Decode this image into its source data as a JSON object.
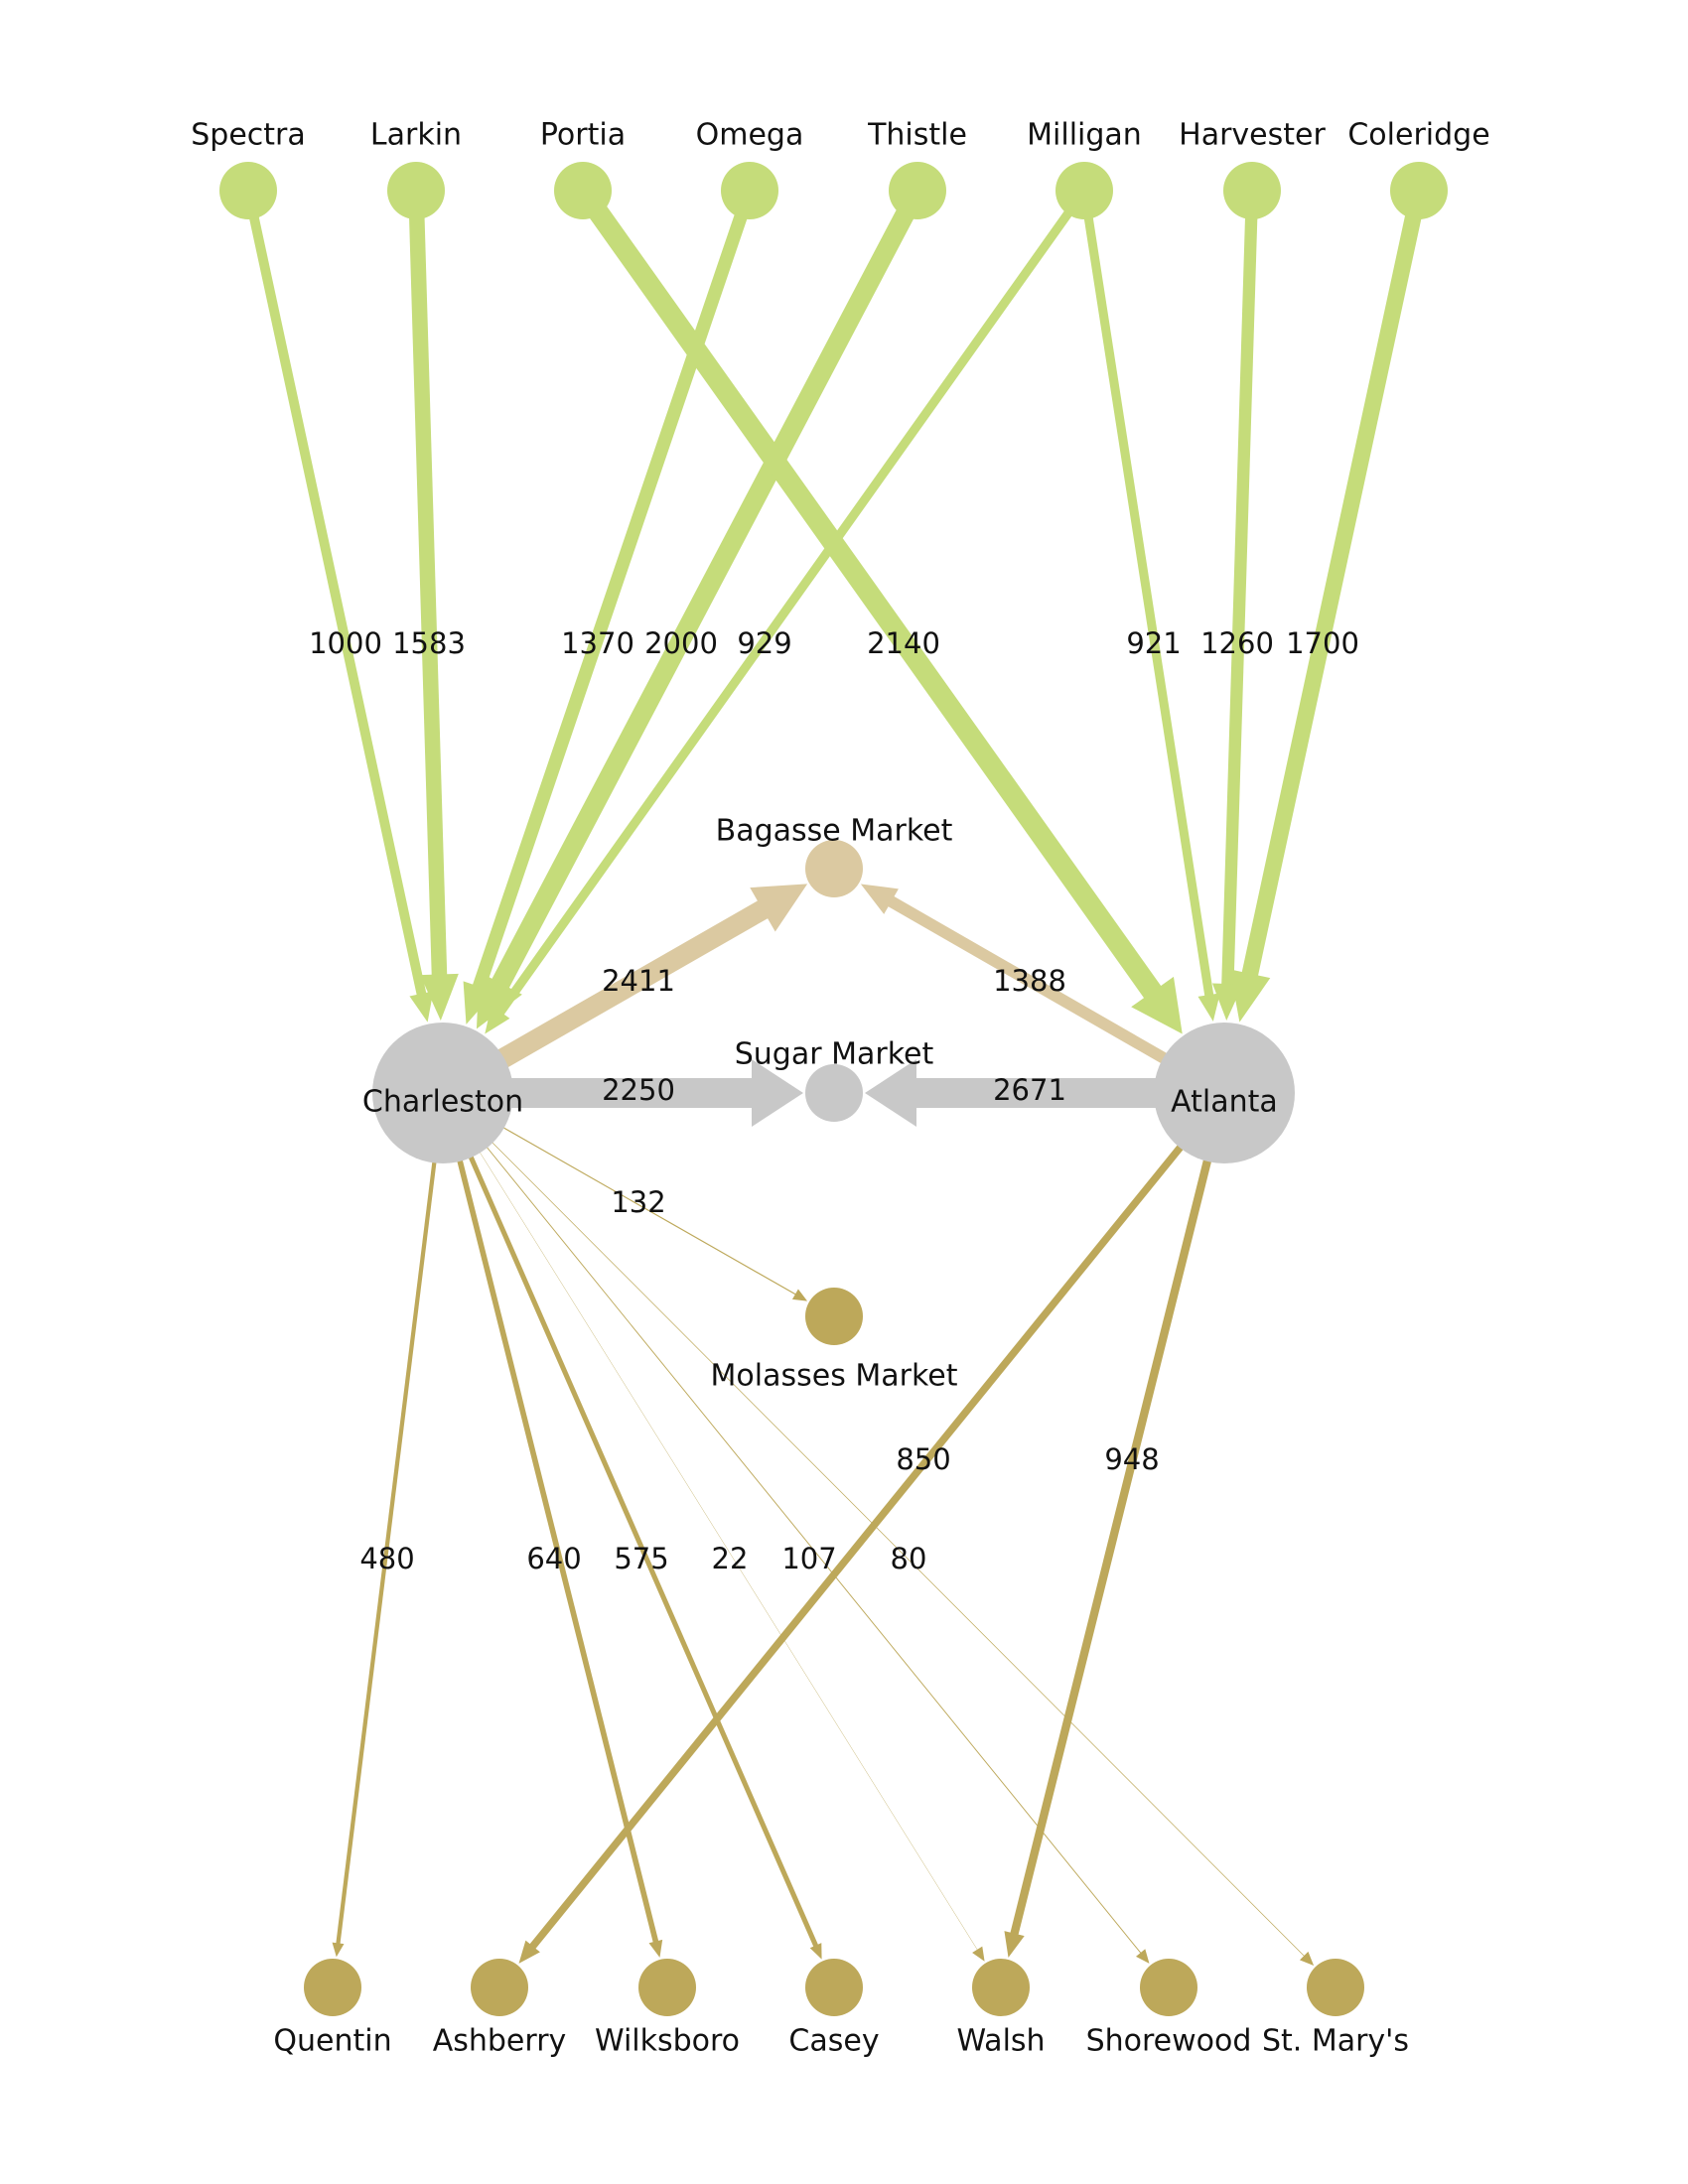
{
  "colors": {
    "supplier": "#c5dc7a",
    "hub": "#c8c8c8",
    "bagasse": "#dbc9a1",
    "sugar": "#c8c8c8",
    "molasses_node": "#bda85a",
    "retailer": "#bda85a",
    "retail_edge": "#bda85a"
  },
  "nodes": [
    {
      "id": "spectra",
      "label": "Spectra",
      "group": "supplier"
    },
    {
      "id": "larkin",
      "label": "Larkin",
      "group": "supplier"
    },
    {
      "id": "portia",
      "label": "Portia",
      "group": "supplier"
    },
    {
      "id": "omega",
      "label": "Omega",
      "group": "supplier"
    },
    {
      "id": "thistle",
      "label": "Thistle",
      "group": "supplier"
    },
    {
      "id": "milligan",
      "label": "Milligan",
      "group": "supplier"
    },
    {
      "id": "harvester",
      "label": "Harvester",
      "group": "supplier"
    },
    {
      "id": "coleridge",
      "label": "Coleridge",
      "group": "supplier"
    },
    {
      "id": "charleston",
      "label": "Charleston",
      "group": "hub"
    },
    {
      "id": "atlanta",
      "label": "Atlanta",
      "group": "hub"
    },
    {
      "id": "bagasse",
      "label": "Bagasse Market",
      "group": "bagasse"
    },
    {
      "id": "sugar",
      "label": "Sugar Market",
      "group": "sugar"
    },
    {
      "id": "molasses",
      "label": "Molasses Market",
      "group": "molasses_node"
    },
    {
      "id": "quentin",
      "label": "Quentin",
      "group": "retailer"
    },
    {
      "id": "ashberry",
      "label": "Ashberry",
      "group": "retailer"
    },
    {
      "id": "wilksboro",
      "label": "Wilksboro",
      "group": "retailer"
    },
    {
      "id": "casey",
      "label": "Casey",
      "group": "retailer"
    },
    {
      "id": "walsh",
      "label": "Walsh",
      "group": "retailer"
    },
    {
      "id": "shorewood",
      "label": "Shorewood",
      "group": "retailer"
    },
    {
      "id": "stmarys",
      "label": "St. Mary's",
      "group": "retailer"
    }
  ],
  "edges": [
    {
      "from": "spectra",
      "to": "charleston",
      "value": 1000,
      "label": "1000"
    },
    {
      "from": "larkin",
      "to": "charleston",
      "value": 1583,
      "label": "1583"
    },
    {
      "from": "omega",
      "to": "charleston",
      "value": 1370,
      "label": "1370"
    },
    {
      "from": "thistle",
      "to": "charleston",
      "value": 2000,
      "label": "2000"
    },
    {
      "from": "milligan",
      "to": "charleston",
      "value": 929,
      "label": "929"
    },
    {
      "from": "portia",
      "to": "atlanta",
      "value": 2140,
      "label": "2140"
    },
    {
      "from": "milligan",
      "to": "atlanta",
      "value": 921,
      "label": "921"
    },
    {
      "from": "harvester",
      "to": "atlanta",
      "value": 1260,
      "label": "1260"
    },
    {
      "from": "coleridge",
      "to": "atlanta",
      "value": 1700,
      "label": "1700"
    },
    {
      "from": "charleston",
      "to": "bagasse",
      "value": 2411,
      "label": "2411"
    },
    {
      "from": "atlanta",
      "to": "bagasse",
      "value": 1388,
      "label": "1388"
    },
    {
      "from": "charleston",
      "to": "sugar",
      "value": 2250,
      "label": "2250"
    },
    {
      "from": "atlanta",
      "to": "sugar",
      "value": 2671,
      "label": "2671"
    },
    {
      "from": "charleston",
      "to": "molasses",
      "value": 132,
      "label": "132"
    },
    {
      "from": "charleston",
      "to": "quentin",
      "value": 480,
      "label": "480"
    },
    {
      "from": "charleston",
      "to": "wilksboro",
      "value": 640,
      "label": "640"
    },
    {
      "from": "charleston",
      "to": "casey",
      "value": 575,
      "label": "575"
    },
    {
      "from": "charleston",
      "to": "walsh",
      "value": 22,
      "label": "22"
    },
    {
      "from": "charleston",
      "to": "shorewood",
      "value": 107,
      "label": "107"
    },
    {
      "from": "charleston",
      "to": "stmarys",
      "value": 80,
      "label": "80"
    },
    {
      "from": "atlanta",
      "to": "ashberry",
      "value": 850,
      "label": "850"
    },
    {
      "from": "atlanta",
      "to": "walsh",
      "value": 948,
      "label": "948"
    }
  ]
}
